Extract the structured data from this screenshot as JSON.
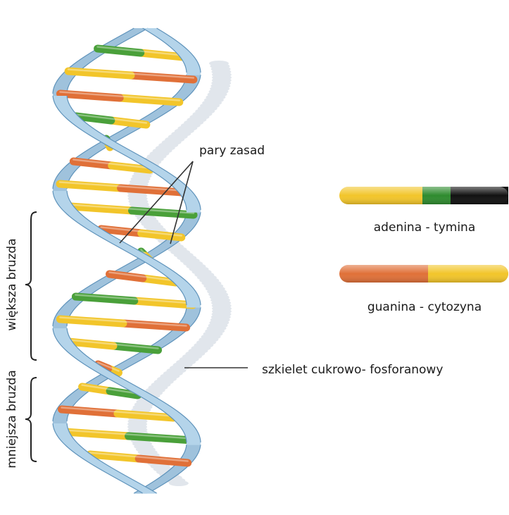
{
  "labels": {
    "base_pairs": "pary zasad",
    "major_groove": "większa bruzda",
    "minor_groove": "mniejsza bruzda",
    "backbone": "szkielet cukrowo- fosforanowy"
  },
  "legend": [
    {
      "label": "adenina - tymina",
      "colors": [
        "#f2c52a",
        "#2e8b2e",
        "#111111"
      ]
    },
    {
      "label": "guanina - cytozyna",
      "colors": [
        "#e07038",
        "#f2c52a"
      ]
    }
  ],
  "colors": {
    "backbone_fill": "#b4d4ea",
    "backbone_edge": "#5f93bb",
    "shadow": "#e1e6ec",
    "adenine": "#f2c52a",
    "thymine": "#4aa03a",
    "guanine": "#e07038",
    "cytosine": "#f2c52a"
  }
}
